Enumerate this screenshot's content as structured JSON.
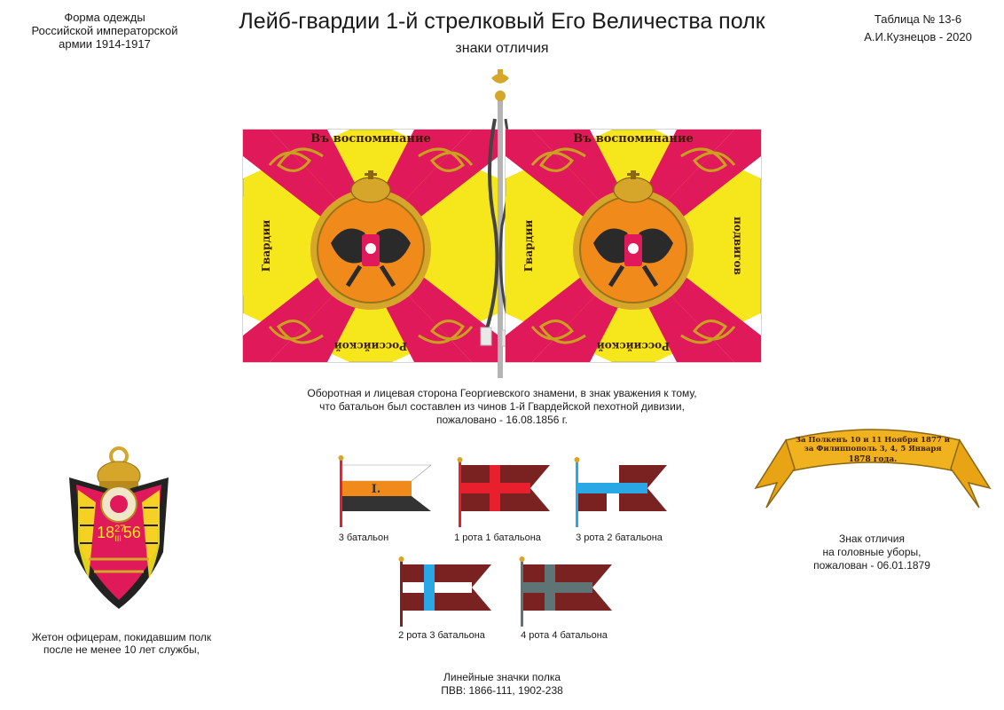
{
  "header": {
    "left": [
      "Форма одежды",
      "Российской императорской",
      "армии  1914-1917"
    ],
    "title": "Лейб-гвардии 1-й стрелковый Его Величества полк",
    "subtitle": "знаки отличия",
    "right": [
      "Таблица № 13-6",
      "А.И.Кузнецов - 2020"
    ]
  },
  "banner": {
    "inscriptions": {
      "top": "Въ воспоминание",
      "left": "Гвардии",
      "bottom": "Российской",
      "right": "подвигов"
    },
    "caption": [
      "Оборотная и лицевая сторона Георгиевского знамени, в знак уважения к тому,",
      "что батальон был составлен из чинов 1-й Гвардейской пехотной дивизии,",
      "пожаловано - 16.08.1856 г."
    ]
  },
  "badge": {
    "dates": "18 27/III 56",
    "year_left": "18",
    "year_sup": "27",
    "year_sub": "III",
    "year_right": "56",
    "caption": [
      "Жетон офицерам, покидавшим полк",
      "после не менее 10 лет службы,"
    ]
  },
  "ribbon": {
    "lines": [
      "За Полкенъ 10 и 11 Ноября 1877 и",
      "за Филиппополь 3, 4, 5 Января",
      "1878 года."
    ],
    "caption": [
      "Знак отличия",
      "на головные уборы,",
      "пожалован - 06.01.1879"
    ]
  },
  "bannerets": [
    {
      "label": "3 батальон",
      "mark": "I."
    },
    {
      "label": "1 рота 1 батальона"
    },
    {
      "label": "3 рота 2 батальона"
    },
    {
      "label": "2 рота 3 батальона"
    },
    {
      "label": "4 рота 4 батальона"
    }
  ],
  "footer": [
    "Линейные значки полка",
    "ПВВ: 1866-111, 1902-238"
  ],
  "colors": {
    "yellow": "#f6e61c",
    "crimson": "#e0195a",
    "white": "#ffffff",
    "orange": "#f08a1a",
    "gold": "#d6a62a",
    "maroon": "#7a2222",
    "red": "#e8202e",
    "blue": "#2aa8e6",
    "grey": "#5f7474",
    "black": "#333333"
  }
}
